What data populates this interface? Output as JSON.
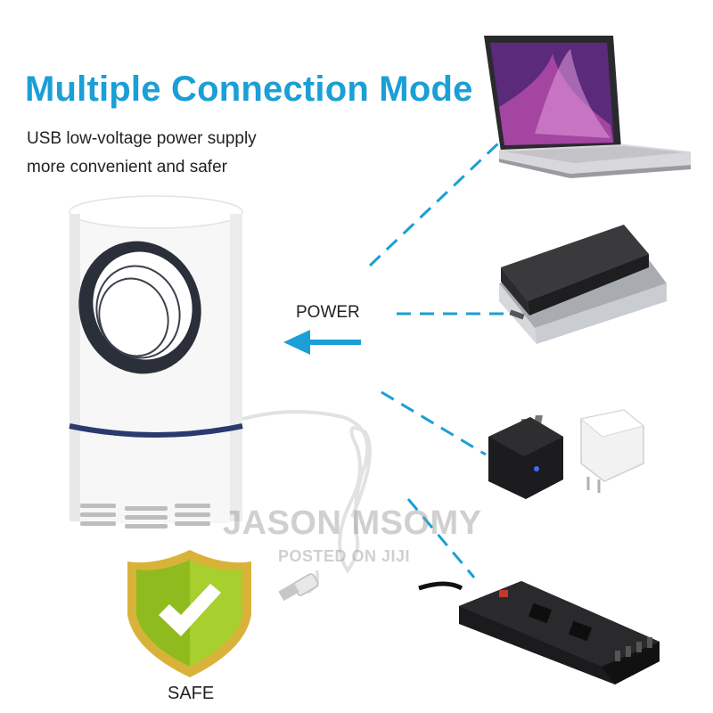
{
  "headline": "Multiple Connection Mode",
  "subtitle_line1": "USB low-voltage power supply",
  "subtitle_line2": "more convenient and safer",
  "power_label": "POWER",
  "safe_label": "SAFE",
  "watermark": {
    "line1": "JASON MSOMY",
    "line2": "POSTED ON JIJI"
  },
  "colors": {
    "accent": "#1a9fd6",
    "shield_gold": "#d9b23a",
    "shield_green": "#a7cf2e"
  }
}
